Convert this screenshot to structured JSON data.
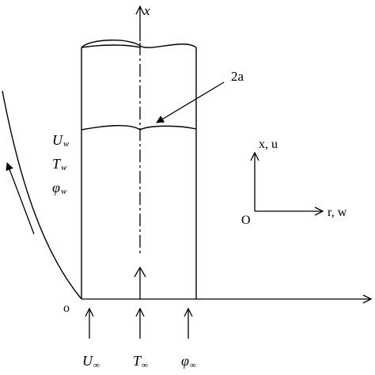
{
  "labels": {
    "axis_x": "x",
    "diameter": "2a",
    "uw_main": "U",
    "uw_sub": "w",
    "tw_main": "T",
    "tw_sub": "w",
    "phiw_main": "φ",
    "phiw_sub": "w",
    "frame_xu": "x, u",
    "frame_origin": "O",
    "frame_rw": "r, w",
    "origin": "o",
    "uinf_main": "U",
    "uinf_sub": "∞",
    "tinf_main": "T",
    "tinf_sub": "∞",
    "phiinf_main": "φ",
    "phiinf_sub": "∞"
  },
  "colors": {
    "ink": "#000000",
    "background": "#ffffff"
  }
}
